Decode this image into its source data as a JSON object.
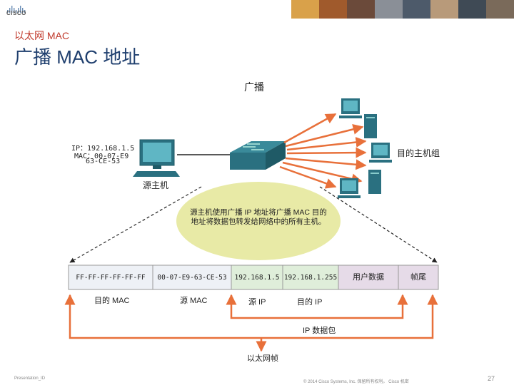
{
  "header": {
    "logo_text": "CISCO",
    "colors": {
      "title": "#1f3f6e",
      "subtitle": "#c0392b",
      "arrow": "#e8703a",
      "bubble": "#e8eaa6"
    }
  },
  "slide": {
    "subtitle": "以太网 MAC",
    "title": "广播 MAC 地址"
  },
  "diagram": {
    "broadcast_label": "广播",
    "source_ip_line1": "IP：192.168.1.5",
    "source_mac_line2": "MAC：00-07-E9",
    "source_mac_line3": "63-CE-53",
    "source_host_label": "源主机",
    "target_group_label": "目的主机组",
    "bubble_text": "源主机使用广播 IP 地址将广播 MAC 目的地址将数据包转发给网络中的所有主机。"
  },
  "frame": {
    "cells": [
      "FF-FF-FF-FF-FF-FF",
      "00-07-E9-63-CE-53",
      "192.168.1.5",
      "192.168.1.255",
      "用户数据",
      "帧尾"
    ],
    "labels": {
      "dest_mac": "目的 MAC",
      "src_mac": "源 MAC",
      "src_ip": "源 IP",
      "dest_ip": "目的 IP",
      "ip_packet": "IP 数据包",
      "ethernet_frame": "以太网帧"
    }
  },
  "footer": {
    "presentation_id": "Presentation_ID",
    "copyright": "© 2014 Cisco Systems, Inc. 保留所有权利。 Cisco 机密",
    "page_number": "27"
  }
}
